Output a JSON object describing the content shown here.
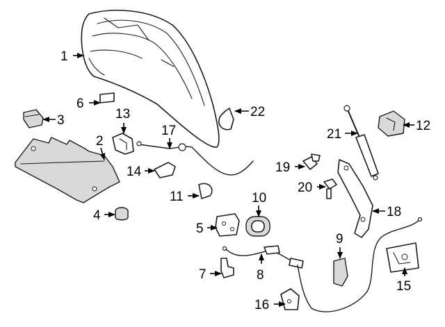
{
  "callouts": {
    "c1": "1",
    "c2": "2",
    "c3": "3",
    "c4": "4",
    "c5": "5",
    "c6": "6",
    "c7": "7",
    "c8": "8",
    "c9": "9",
    "c10": "10",
    "c11": "11",
    "c12": "12",
    "c13": "13",
    "c14": "14",
    "c15": "15",
    "c16": "16",
    "c17": "17",
    "c18": "18",
    "c19": "19",
    "c20": "20",
    "c21": "21",
    "c22": "22"
  },
  "colors": {
    "stroke": "#1a1a1a",
    "shade": "#d9d9d9",
    "background": "#ffffff"
  }
}
